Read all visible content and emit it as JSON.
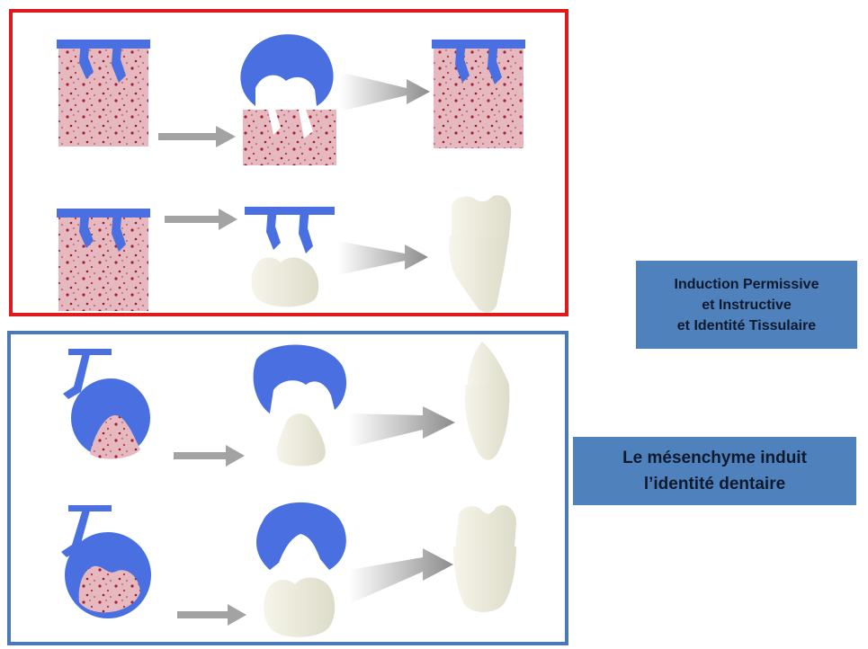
{
  "labels": {
    "induction": [
      "Induction Permissive",
      "et Instructive",
      "et Identité Tissulaire"
    ],
    "mesenchyme": [
      "Le mésenchyme induit",
      "l’identité dentaire"
    ]
  },
  "colors": {
    "top_frame": "#e01a1a",
    "bottom_frame": "#4a7ab6",
    "epithelium": "#4a6fe0",
    "mesenchyme": "#e6b3bd",
    "mesenchyme_dots": "#a8202f",
    "tooth": "#ecebdc",
    "arrow": "#a3a3a3",
    "label_box": "#4f81bd"
  }
}
